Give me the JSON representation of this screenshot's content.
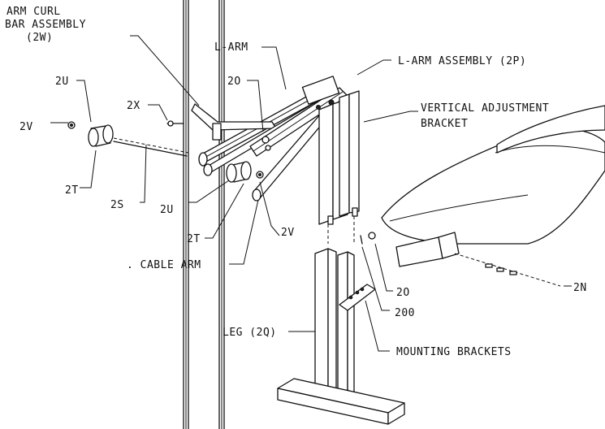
{
  "labels": {
    "arm_curl_1": "ARM CURL",
    "arm_curl_2": "BAR ASSEMBLY",
    "arm_curl_3": "(2W)",
    "l_arm": "L-ARM",
    "l_arm_assembly": "L-ARM ASSEMBLY (2P)",
    "vertical_1": "VERTICAL ADJUSTMENT",
    "vertical_2": "BRACKET",
    "p2u_top": "2U",
    "p2x": "2X",
    "p2o_top": "2O",
    "p2v_left": "2V",
    "p2t_left": "2T",
    "p2s": "2S",
    "p2u_mid": "2U",
    "p2t_mid": "2T",
    "p2v_mid": "2V",
    "cable_arm": ". CABLE ARM",
    "p2o_bottom": "2O",
    "p200": "200",
    "p2n": "2N",
    "leg": "LEG (2Q)",
    "mounting": "MOUNTING BRACKETS"
  }
}
